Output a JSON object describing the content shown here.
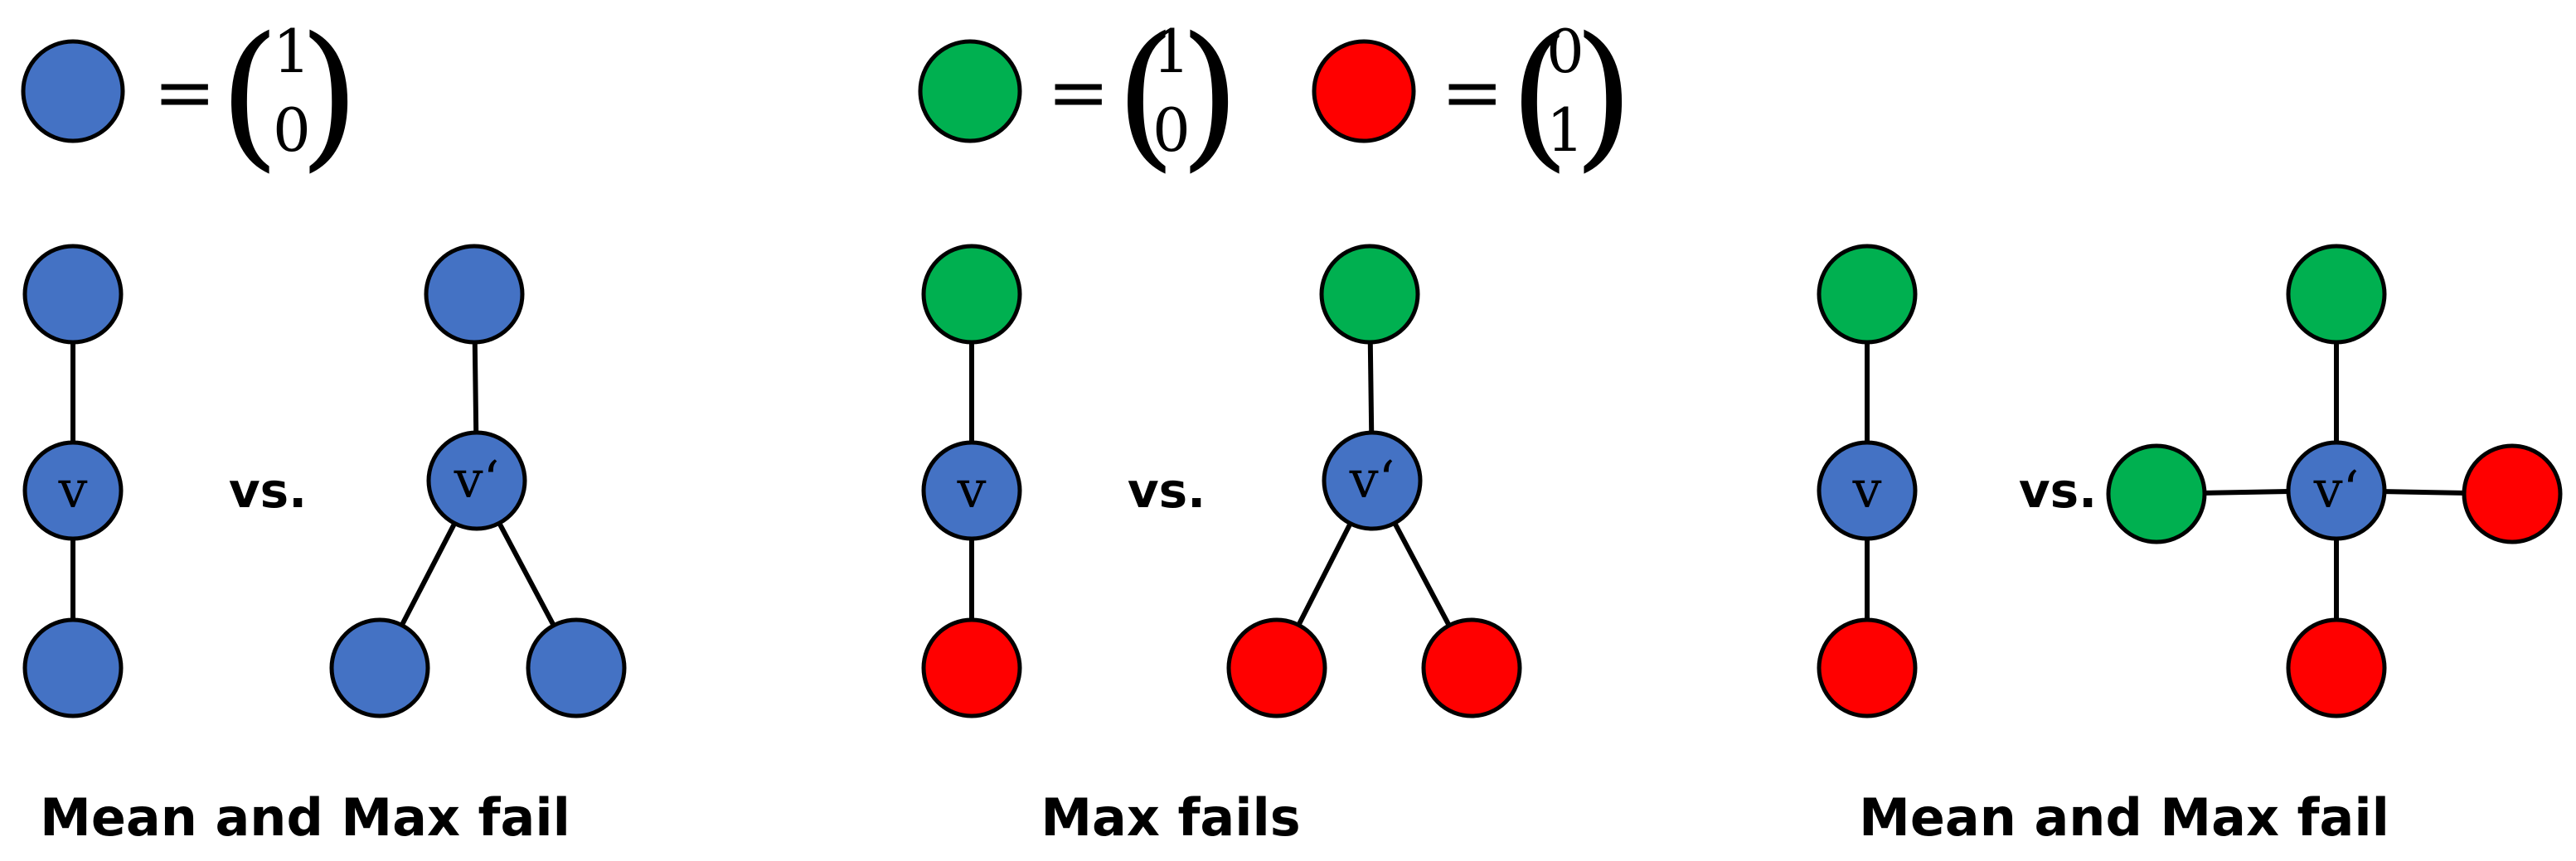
{
  "colors": {
    "blue": "#4472c4",
    "green": "#00b050",
    "red": "#ff0000",
    "stroke": "#000000"
  },
  "legend": [
    {
      "color": "blue",
      "eq": "=",
      "top": "1",
      "bottom": "0"
    },
    {
      "color": "green",
      "eq": "=",
      "top": "1",
      "bottom": "0"
    },
    {
      "color": "red",
      "eq": "=",
      "top": "0",
      "bottom": "1"
    }
  ],
  "panels": [
    {
      "left": {
        "center_label": "v",
        "neighbors": [
          "blue",
          "blue"
        ]
      },
      "vs": "vs.",
      "right": {
        "center_label": "v‘",
        "neighbors": [
          "blue",
          "blue",
          "blue"
        ]
      },
      "caption": "Mean and Max fail"
    },
    {
      "left": {
        "center_label": "v",
        "neighbors": [
          "green",
          "red"
        ]
      },
      "vs": "vs.",
      "right": {
        "center_label": "v‘",
        "neighbors": [
          "green",
          "red",
          "red"
        ]
      },
      "caption": "Max fails"
    },
    {
      "left": {
        "center_label": "v",
        "neighbors": [
          "green",
          "red"
        ]
      },
      "vs": "vs.",
      "right": {
        "center_label": "v‘",
        "neighbors": [
          "green",
          "green",
          "red",
          "red"
        ]
      },
      "caption": "Mean and Max fail"
    }
  ]
}
